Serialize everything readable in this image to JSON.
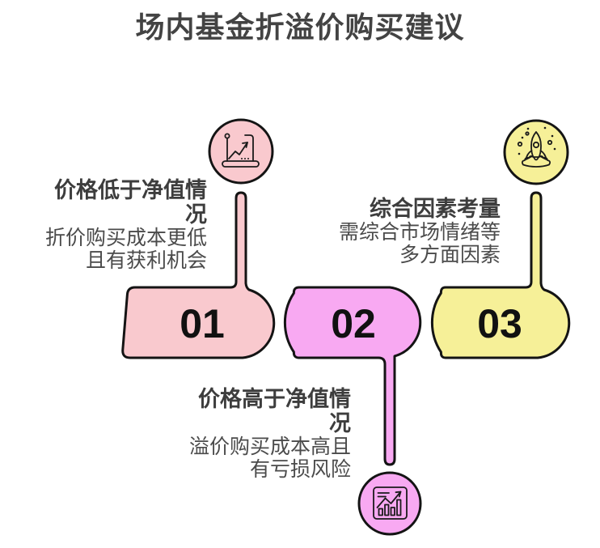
{
  "title": "场内基金折溢价购买建议",
  "steps": [
    {
      "number": "01",
      "heading": "价格低于净值情况",
      "body_line1": "折价购买成本更低",
      "body_line2": "且有获利机会",
      "color": "#F9C9CE",
      "icon": "presentation-growth-chart"
    },
    {
      "number": "02",
      "heading": "价格高于净值情况",
      "body_line1": "溢价购买成本高且",
      "body_line2": "有亏损风险",
      "color": "#F8A9F2",
      "icon": "bar-chart-report"
    },
    {
      "number": "03",
      "heading": "综合因素考量",
      "body_line1": "需综合市场情绪等",
      "body_line2": "多方面因素",
      "color": "#F6F098",
      "icon": "rocket-launch"
    }
  ],
  "colors": {
    "background": "#FFFFFF",
    "outline": "#141414",
    "number_text": "#111111",
    "title_text": "#434343",
    "heading_text": "#3D3D3D",
    "body_text": "#4B4B4B",
    "icon_stroke": "#1B1B1B"
  }
}
